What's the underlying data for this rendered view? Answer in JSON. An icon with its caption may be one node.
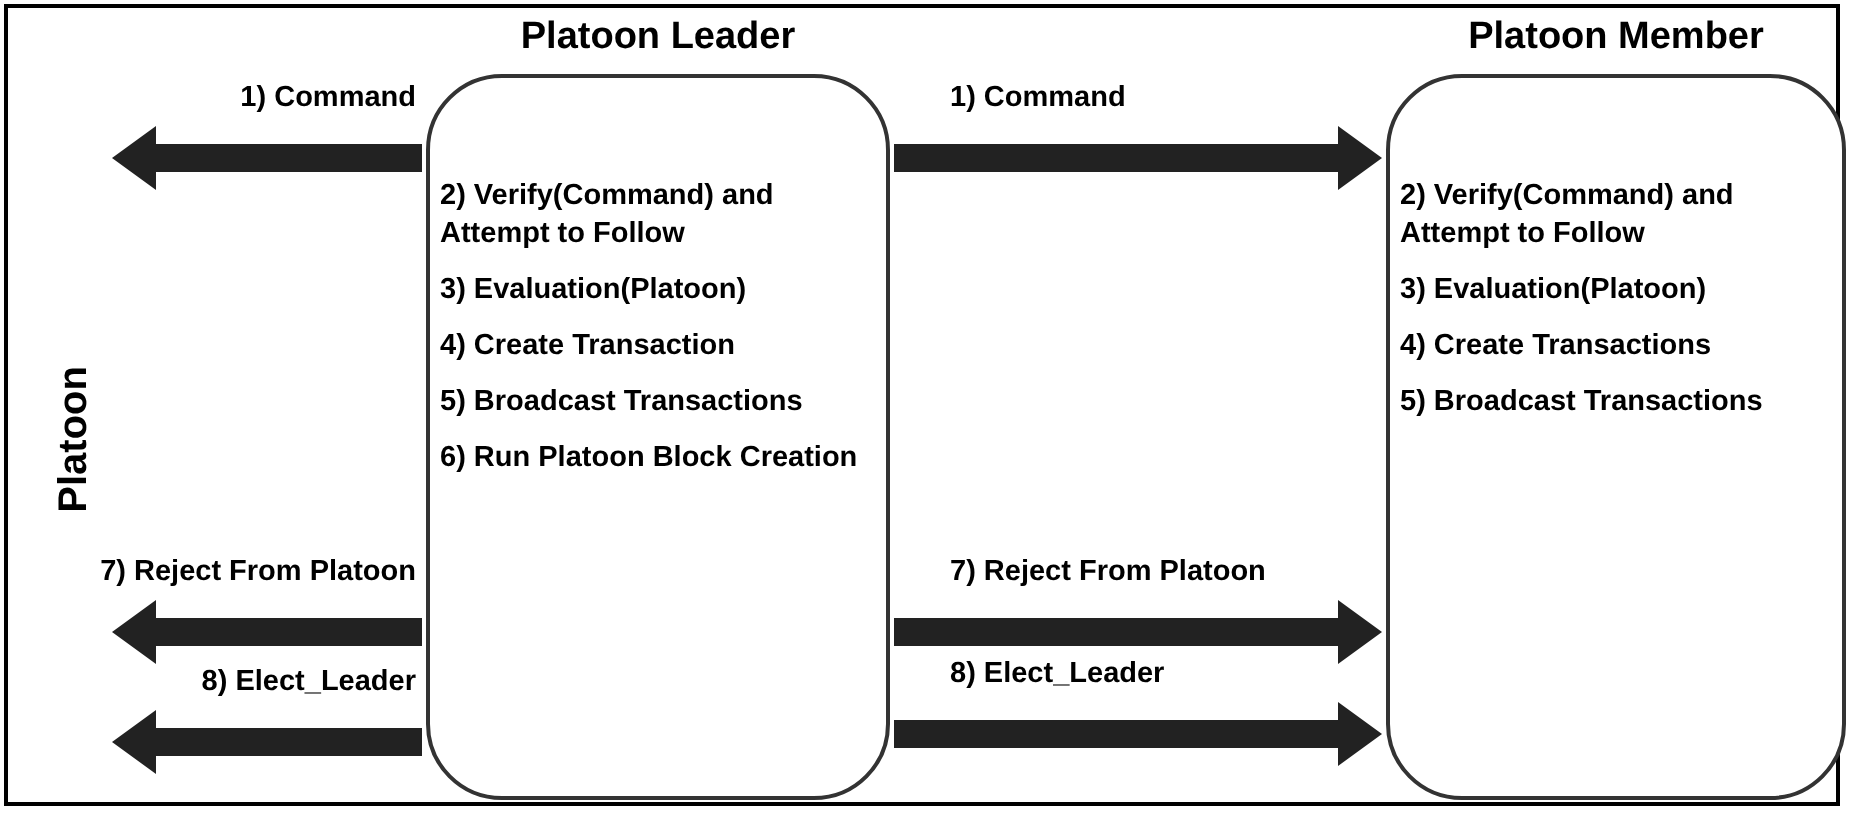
{
  "diagram": {
    "nodes": [
      {
        "text": [
          "Platoon"
        ]
      },
      {
        "text": [
          "Platoon Leader",
          "2) Verify(Command) and Attempt to Follow",
          "3) Evaluation(Platoon)",
          "4) Create Transaction",
          "5) Broadcast Transactions",
          "6) Run Platoon Block Creation"
        ]
      },
      {
        "text": [
          "Platoon Member",
          "2) Verify(Command) and Attempt to Follow",
          "3) Evaluation(Platoon)",
          "4) Create Transactions",
          "5) Broadcast Transactions"
        ]
      }
    ],
    "edges": [
      {
        "from": 1,
        "to": 0,
        "arrow": "to",
        "label": "1) Command"
      },
      {
        "from": 1,
        "to": 2,
        "arrow": "to",
        "label": "1) Command"
      },
      {
        "from": 1,
        "to": 0,
        "arrow": "to",
        "label": "7) Reject From Platoon"
      },
      {
        "from": 1,
        "to": 2,
        "arrow": "to",
        "label": "7) Reject From Platoon"
      },
      {
        "from": 1,
        "to": 0,
        "arrow": "to",
        "label": "8) Elect_Leader"
      },
      {
        "from": 1,
        "to": 2,
        "arrow": "to",
        "label": "8) Elect_Leader"
      }
    ]
  }
}
